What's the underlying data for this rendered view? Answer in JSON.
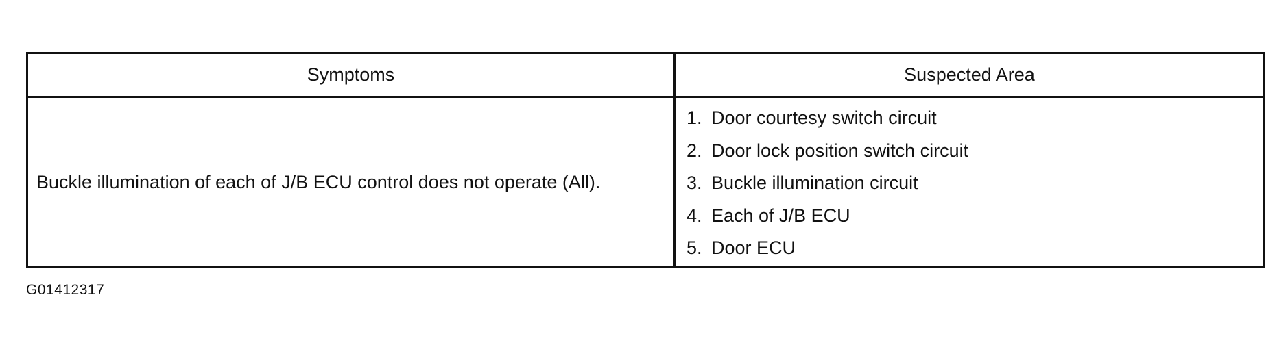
{
  "table": {
    "headers": {
      "symptoms": "Symptoms",
      "suspected_area": "Suspected Area"
    },
    "row": {
      "symptom": "Buckle illumination of each of J/B ECU control does not operate (All).",
      "areas": [
        {
          "num": "1.",
          "text": "Door courtesy switch circuit"
        },
        {
          "num": "2.",
          "text": "Door lock position switch circuit"
        },
        {
          "num": "3.",
          "text": "Buckle illumination circuit"
        },
        {
          "num": "4.",
          "text": "Each of J/B ECU"
        },
        {
          "num": "5.",
          "text": "Door ECU"
        }
      ]
    }
  },
  "figure_id": "G01412317"
}
